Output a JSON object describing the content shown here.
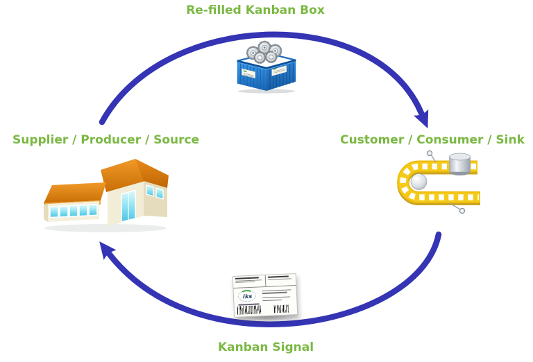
{
  "diagram": {
    "top_label": "Re-filled Kanban Box",
    "left_label": "Supplier / Producer / Source",
    "right_label": "Customer / Consumer / Sink",
    "bottom_label": "Kanban Signal",
    "card_logo": "iks",
    "colors": {
      "label_green": "#7bb843",
      "arrow_blue": "#3434b4",
      "box_blue": "#2a8ad6",
      "roof_orange": "#dd8514",
      "wall_cream": "#f2edd7",
      "window_cyan": "#8fe3f2",
      "conveyor_yellow": "#f5ca18"
    }
  }
}
